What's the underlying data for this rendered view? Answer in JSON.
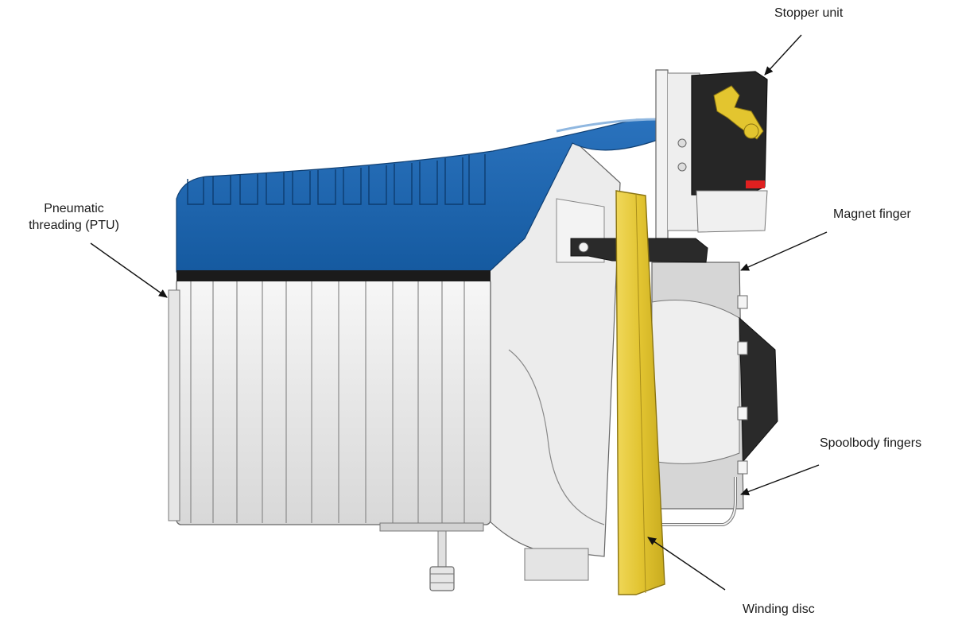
{
  "labels": {
    "stopper_unit": "Stopper unit",
    "pneumatic_threading": "Pneumatic\nthreading (PTU)",
    "magnet_finger": "Magnet finger",
    "spoolbody_fingers": "Spoolbody fingers",
    "winding_disc": "Winding disc"
  },
  "colors": {
    "cover_blue": "#1a5fa6",
    "cover_blue_dark": "#124a86",
    "body_light": "#efefef",
    "body_mid": "#d9d9d9",
    "disc_yellow": "#e2c431",
    "stopper_black": "#262626",
    "indicator_red": "#e02020",
    "outline": "#555555"
  }
}
